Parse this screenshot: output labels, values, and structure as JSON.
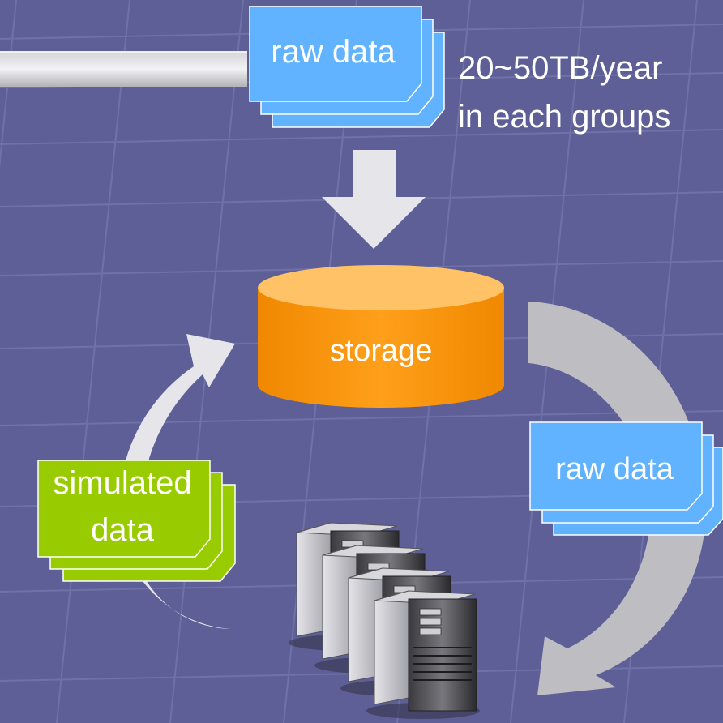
{
  "colors": {
    "background": "#5d5f96",
    "grid_line": "#6f72a8",
    "raw_data": "#62b3ff",
    "simulated_data": "#99cc00",
    "storage": "#ff9900",
    "storage_top": "#ffc266",
    "arrow": "#e6e6ea",
    "arrow_right": "#bdbdc2"
  },
  "top": {
    "raw_data_label": "raw data",
    "rate_line1": "20~50TB/year",
    "rate_line2": "in each groups"
  },
  "storage": {
    "label": "storage"
  },
  "right": {
    "raw_data_label": "raw data"
  },
  "left": {
    "simulated_line1": "simulated",
    "simulated_line2": "data"
  },
  "servers": {
    "icon": "server-rack-icon",
    "count": 4
  }
}
